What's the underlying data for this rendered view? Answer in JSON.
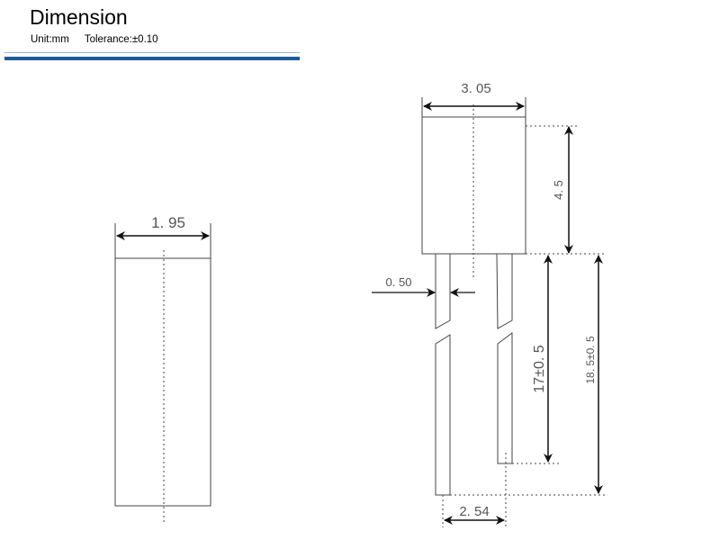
{
  "header": {
    "title": "Dimension",
    "unit": "Unit:mm",
    "tolerance": "Tolerance:±0.10"
  },
  "drawing": {
    "side_width": "1. 95",
    "body_width": "3. 05",
    "body_height": "4. 5",
    "lead_width": "0. 50",
    "short_lead_length": "17±0. 5",
    "long_lead_length": "18. 5±0. 5",
    "lead_pitch": "2. 54"
  }
}
